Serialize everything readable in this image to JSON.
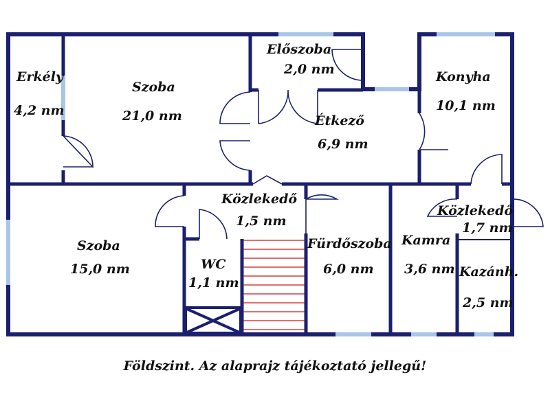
{
  "rooms": {
    "erkely": {
      "name": "Erkély",
      "area": "4,2 nm"
    },
    "szoba1": {
      "name": "Szoba",
      "area": "21,0 nm"
    },
    "eloszoba": {
      "name": "Előszoba",
      "area": "2,0 nm"
    },
    "konyha": {
      "name": "Konyha",
      "area": "10,1 nm"
    },
    "etkezo": {
      "name": "Étkező",
      "area": "6,9 nm"
    },
    "kozl1": {
      "name": "Közlekedő",
      "area": "1,5 nm"
    },
    "kozl2": {
      "name": "Közlekedő",
      "area": "1,7 nm"
    },
    "szoba2": {
      "name": "Szoba",
      "area": "15,0 nm"
    },
    "wc": {
      "name": "WC",
      "area": "1,1 nm"
    },
    "furdo": {
      "name": "Fürdőszoba",
      "area": "6,0 nm"
    },
    "kamra": {
      "name": "Kamra",
      "area": "3,6 nm"
    },
    "kazan": {
      "name": "Kazánh.",
      "area": "2,5 nm"
    }
  },
  "caption": "Földszint. Az alaprajz tájékoztató jellegű!",
  "colors": {
    "wall": "#1a1f6e",
    "window": "#a8c6e8",
    "stair": "#d01818"
  }
}
